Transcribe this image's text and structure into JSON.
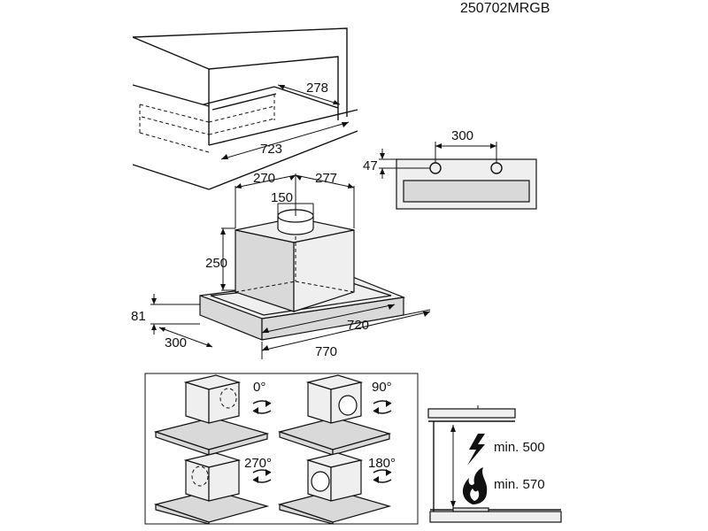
{
  "model_code": "250702MRGB",
  "cabinet_dims": {
    "depth": "278",
    "width": "723"
  },
  "hood_top_dims": {
    "left": "270",
    "right": "277",
    "duct": "150"
  },
  "hood_side_dims": {
    "height": "250",
    "base_height": "81",
    "depth": "300",
    "inner_width": "720",
    "width": "770"
  },
  "mount_view_dims": {
    "hole_spacing": "300",
    "hole_offset": "47"
  },
  "rotation_labels": [
    "0°",
    "90°",
    "270°",
    "180°"
  ],
  "clearance": {
    "electric": "min. 500",
    "gas": "min. 570"
  }
}
